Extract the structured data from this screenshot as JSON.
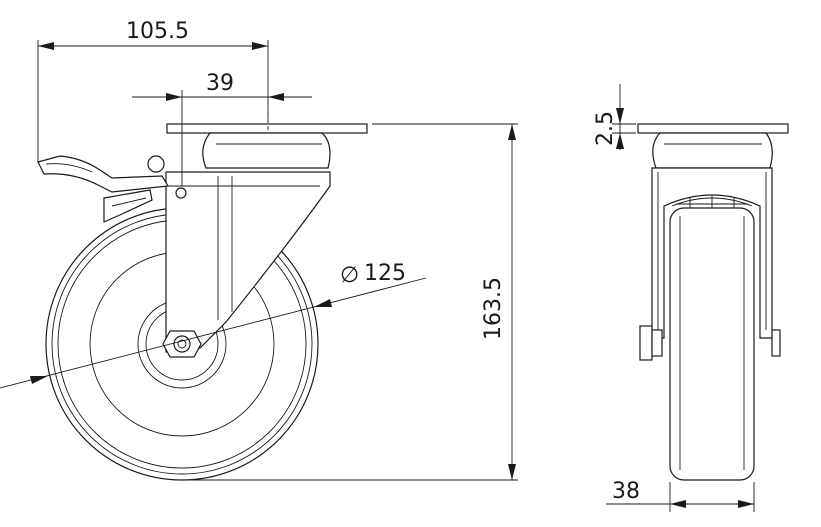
{
  "dimensions": {
    "overall_width": "105.5",
    "offset": "39",
    "wheel_diameter": "125",
    "diameter_symbol": "∅",
    "overall_height": "163.5",
    "plate_thickness": "2.5",
    "wheel_width": "38"
  }
}
